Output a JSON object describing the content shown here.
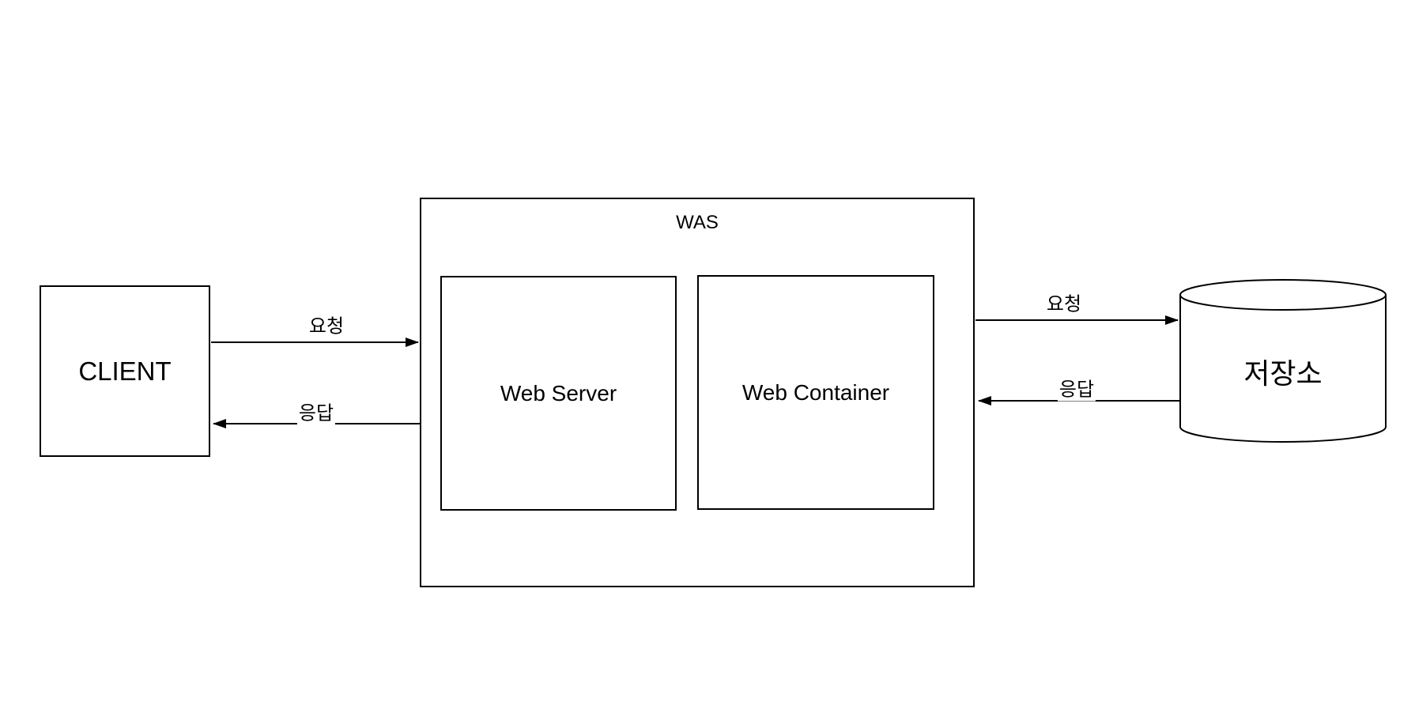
{
  "diagram": {
    "type": "architecture-flow",
    "colors": {
      "stroke": "#000000",
      "fill": "#ffffff",
      "text": "#000000",
      "background": "#ffffff"
    },
    "nodes": {
      "client": {
        "label": "CLIENT",
        "shape": "rectangle"
      },
      "was": {
        "label": "WAS",
        "shape": "rectangle"
      },
      "web_server": {
        "label": "Web Server",
        "shape": "rectangle",
        "parent": "was"
      },
      "web_container": {
        "label": "Web Container",
        "shape": "rectangle",
        "parent": "was"
      },
      "storage": {
        "label": "저장소",
        "shape": "cylinder"
      }
    },
    "edges": {
      "client_to_was": {
        "label": "요청",
        "from": "client",
        "to": "was",
        "direction": "right"
      },
      "was_to_client": {
        "label": "응답",
        "from": "was",
        "to": "client",
        "direction": "left"
      },
      "was_to_storage": {
        "label": "요청",
        "from": "was",
        "to": "storage",
        "direction": "right"
      },
      "storage_to_was": {
        "label": "응답",
        "from": "storage",
        "to": "was",
        "direction": "left"
      }
    }
  }
}
